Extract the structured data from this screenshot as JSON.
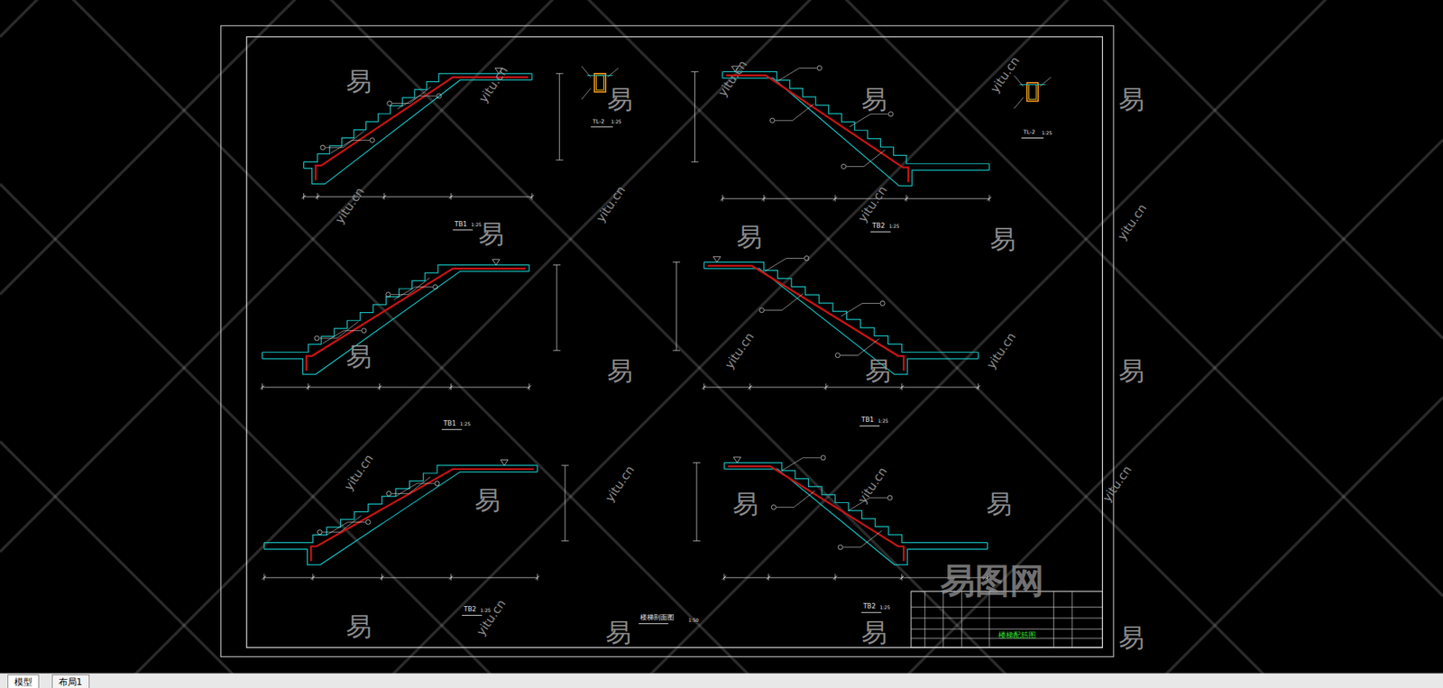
{
  "diagram": {
    "nodes": [
      {
        "text": [
          "模型"
        ]
      },
      {
        "text": [
          "布局1"
        ]
      },
      {
        "text": [
          "楼梯配筋图"
        ]
      }
    ],
    "labels": [
      "TB1",
      "1:25",
      "TB2",
      "1:25",
      "TB1",
      "1:25",
      "TB2",
      "1:25",
      "TB1",
      "1:25",
      "TB2",
      "1:25",
      "TL-2",
      "1:25",
      "TL-2",
      "1:25",
      "楼梯剖面图",
      "1:50",
      "易",
      "易",
      "易",
      "易",
      "易",
      "易",
      "易",
      "易",
      "易",
      "易",
      "易",
      "易",
      "易",
      "易",
      "易",
      "易",
      "易",
      "易",
      "yitu.cn",
      "yitu.cn",
      "yitu.cn",
      "yitu.cn",
      "yitu.cn",
      "yitu.cn",
      "yitu.cn",
      "yitu.cn",
      "yitu.cn",
      "yitu.cn",
      "yitu.cn",
      "yitu.cn",
      "yitu.cn",
      "yitu.cn",
      "易图网"
    ]
  }
}
